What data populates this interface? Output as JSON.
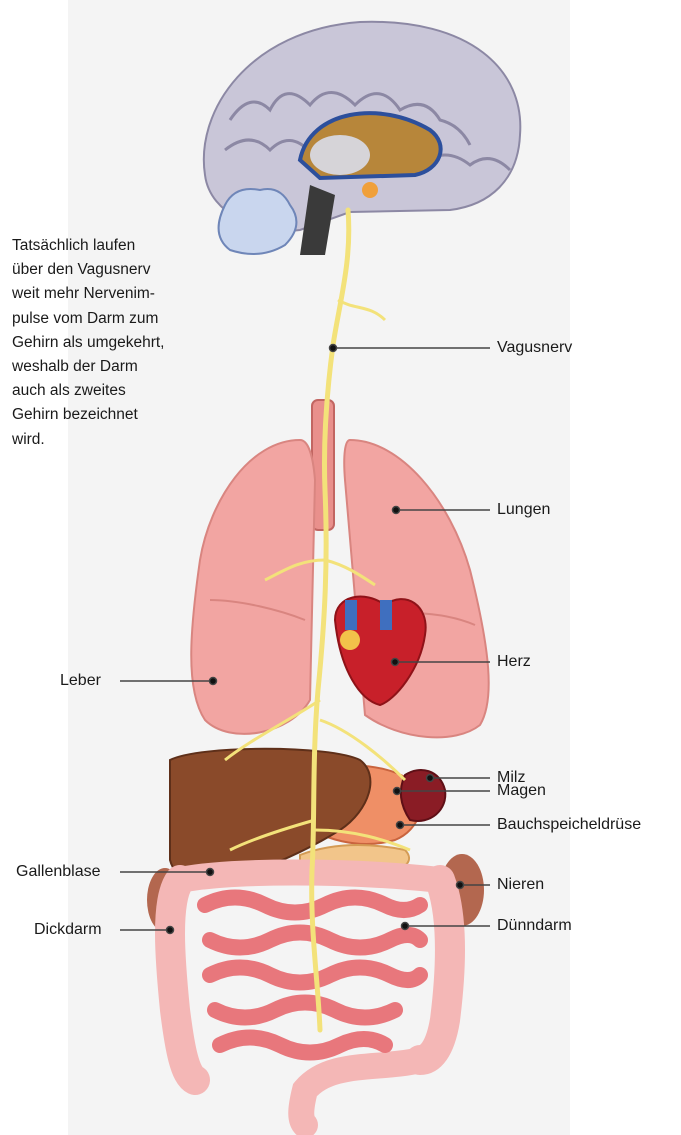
{
  "intro_text": {
    "lines": [
      "Tatsächlich laufen",
      "über den Vagusnerv",
      "weit mehr Nervenim-",
      "pulse vom Darm zum",
      "Gehirn als umgekehrt,",
      "weshalb der Darm",
      "auch als zweites",
      "Gehirn bezeichnet",
      "wird."
    ]
  },
  "labels": {
    "vagusnerv": "Vagusnerv",
    "lungen": "Lungen",
    "herz": "Herz",
    "leber": "Leber",
    "milz": "Milz",
    "magen": "Magen",
    "bauchspeicheldruese": "Bauchspeicheldrüse",
    "gallenblase": "Gallenblase",
    "nieren": "Nieren",
    "dickdarm": "Dickdarm",
    "duenndarm": "Dünndarm"
  },
  "colors": {
    "nerve": "#f3e27a",
    "lung": "#f2a5a2",
    "liver": "#8a4a2a",
    "heart": "#c8202a",
    "intestine": "#e8777c",
    "colon": "#f4b7b6",
    "stomach": "#ef8f66",
    "brain": "#c9c6d8",
    "leader_line": "#444444"
  }
}
